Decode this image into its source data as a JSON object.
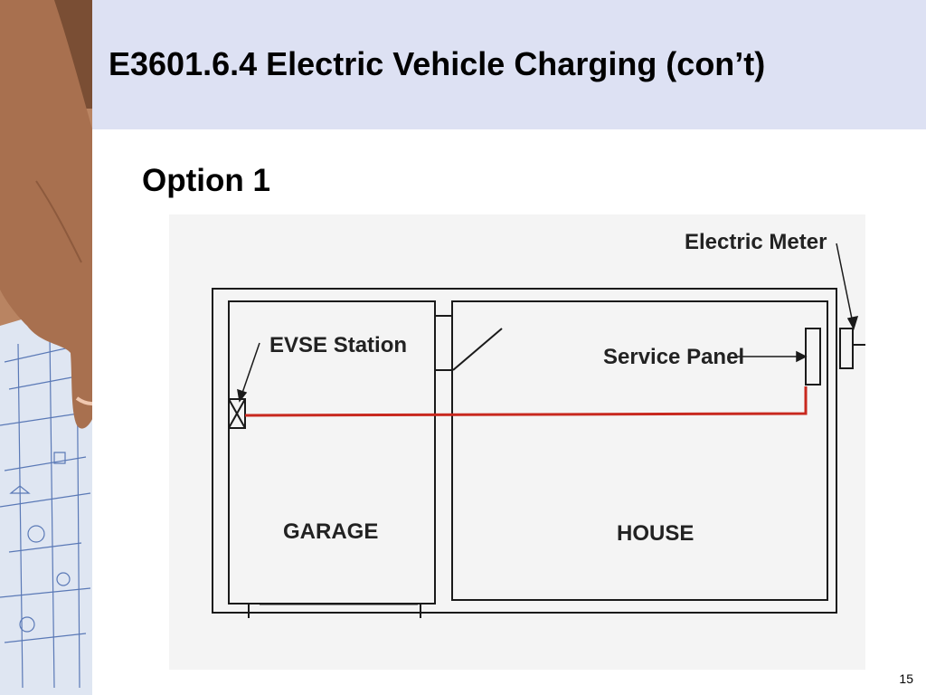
{
  "slide": {
    "title": "E3601.6.4  Electric Vehicle Charging (con’t)",
    "subtitle": "Option 1",
    "page_number": "15"
  },
  "diagram": {
    "labels": {
      "electric_meter": "Electric Meter",
      "evse_station": "EVSE Station",
      "service_panel": "Service Panel",
      "garage": "GARAGE",
      "house": "HOUSE"
    },
    "colors": {
      "title_band": "#dde1f3",
      "circuit_wire": "#c8281e",
      "diagram_background": "#f4f4f4"
    }
  },
  "photo": {
    "description_icon": "hand-on-blueprint-photo"
  }
}
